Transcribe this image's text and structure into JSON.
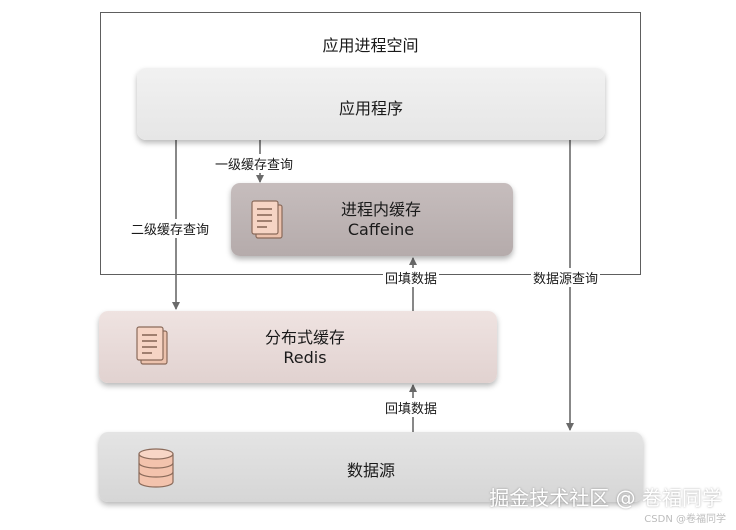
{
  "frame": {
    "title": "应用进程空间"
  },
  "app": {
    "label": "应用程序"
  },
  "local_cache": {
    "name": "进程内缓存",
    "tech": "Caffeine",
    "icon": "document-icon"
  },
  "remote_cache": {
    "name": "分布式缓存",
    "tech": "Redis",
    "icon": "document-icon"
  },
  "datasource": {
    "label": "数据源",
    "icon": "database-icon"
  },
  "arrows": {
    "l1_query": "一级缓存查询",
    "l2_query": "二级缓存查询",
    "backfill_local": "回填数据",
    "backfill_redis": "回填数据",
    "ds_query": "数据源查询"
  },
  "watermark": {
    "text": "掘金技术社区 @ 卷福同学",
    "csdn": "CSDN @卷福同学"
  },
  "colors": {
    "line": "#6a6a6a",
    "local_box": "#bcb3b3",
    "redis_box": "#e8dbd9",
    "icon_fill": "#f2c7b3",
    "icon_stroke": "#8a6a5a"
  }
}
